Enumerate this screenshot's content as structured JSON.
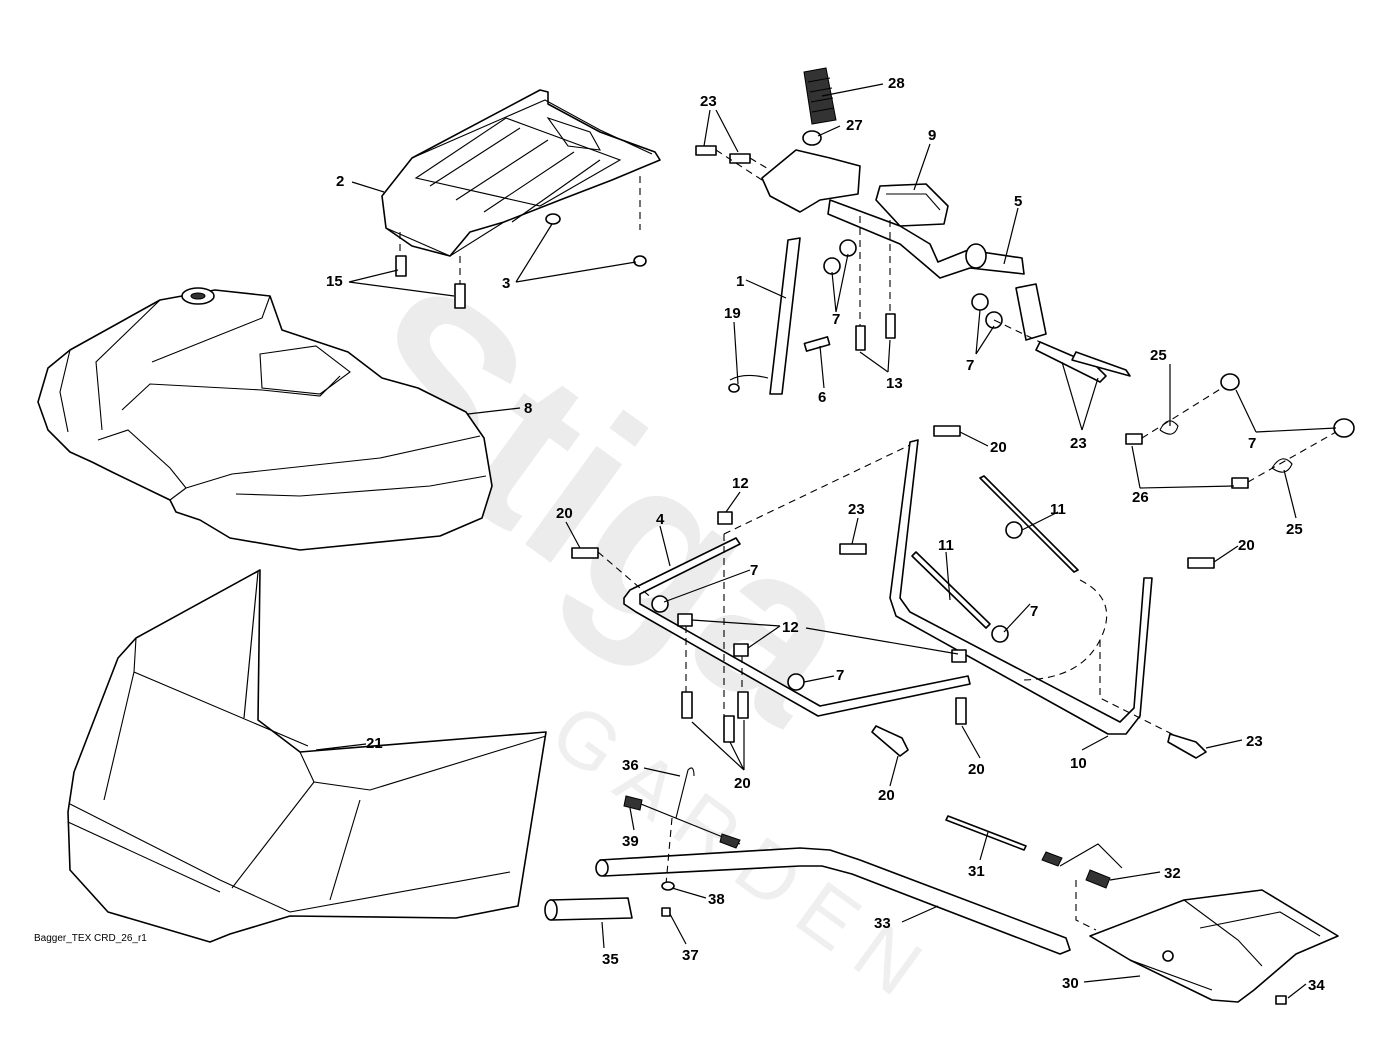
{
  "diagram": {
    "reference_code": "Bagger_TEX CRD_26_r1",
    "watermark": {
      "brand": "Stiga",
      "sub": "GARDEN"
    },
    "callouts": [
      {
        "id": "28",
        "label": "28"
      },
      {
        "id": "23a",
        "label": "23"
      },
      {
        "id": "27",
        "label": "27"
      },
      {
        "id": "9",
        "label": "9"
      },
      {
        "id": "2",
        "label": "2"
      },
      {
        "id": "5",
        "label": "5"
      },
      {
        "id": "15",
        "label": "15"
      },
      {
        "id": "3",
        "label": "3"
      },
      {
        "id": "1",
        "label": "1"
      },
      {
        "id": "7a",
        "label": "7"
      },
      {
        "id": "19",
        "label": "19"
      },
      {
        "id": "13",
        "label": "13"
      },
      {
        "id": "7b",
        "label": "7"
      },
      {
        "id": "25a",
        "label": "25"
      },
      {
        "id": "8",
        "label": "8"
      },
      {
        "id": "6",
        "label": "6"
      },
      {
        "id": "23b",
        "label": "23"
      },
      {
        "id": "7c",
        "label": "7"
      },
      {
        "id": "20a",
        "label": "20"
      },
      {
        "id": "26",
        "label": "26"
      },
      {
        "id": "12a",
        "label": "12"
      },
      {
        "id": "20b",
        "label": "20"
      },
      {
        "id": "4",
        "label": "4"
      },
      {
        "id": "23c",
        "label": "23"
      },
      {
        "id": "11a",
        "label": "11"
      },
      {
        "id": "25b",
        "label": "25"
      },
      {
        "id": "11b",
        "label": "11"
      },
      {
        "id": "20c",
        "label": "20"
      },
      {
        "id": "7d",
        "label": "7"
      },
      {
        "id": "7e",
        "label": "7"
      },
      {
        "id": "12b",
        "label": "12"
      },
      {
        "id": "7f",
        "label": "7"
      },
      {
        "id": "21",
        "label": "21"
      },
      {
        "id": "23d",
        "label": "23"
      },
      {
        "id": "36",
        "label": "36"
      },
      {
        "id": "20d",
        "label": "20"
      },
      {
        "id": "10",
        "label": "10"
      },
      {
        "id": "20e",
        "label": "20"
      },
      {
        "id": "20f",
        "label": "20"
      },
      {
        "id": "39",
        "label": "39"
      },
      {
        "id": "31",
        "label": "31"
      },
      {
        "id": "32",
        "label": "32"
      },
      {
        "id": "38",
        "label": "38"
      },
      {
        "id": "33",
        "label": "33"
      },
      {
        "id": "35",
        "label": "35"
      },
      {
        "id": "37",
        "label": "37"
      },
      {
        "id": "30",
        "label": "30"
      },
      {
        "id": "34",
        "label": "34"
      }
    ]
  }
}
